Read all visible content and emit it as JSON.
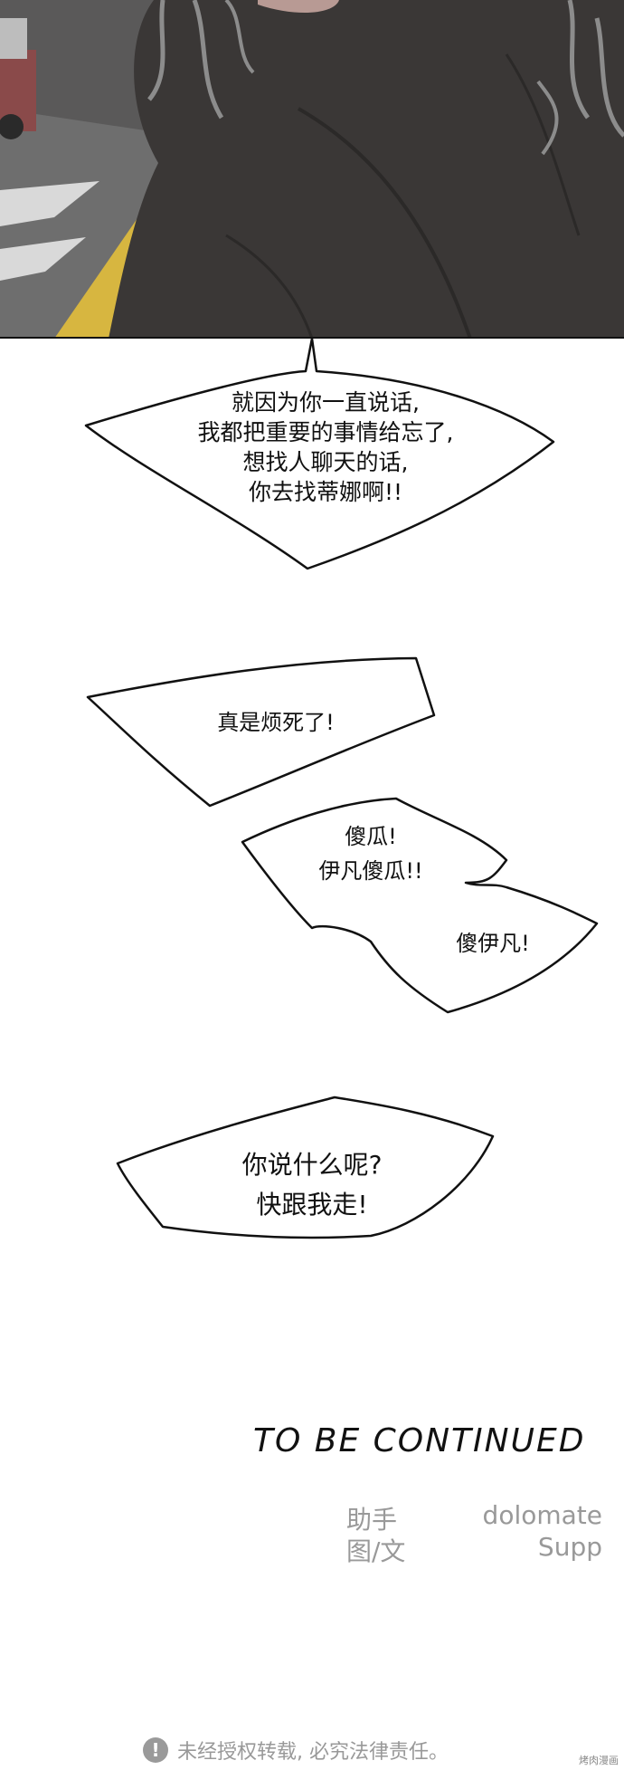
{
  "bubbles": [
    {
      "lines": [
        "就因为你一直说话,",
        "我都把重要的事情给忘了,",
        "想找人聊天的话,",
        "你去找蒂娜啊!!"
      ]
    },
    {
      "lines": [
        "真是烦死了!"
      ]
    },
    {
      "lines": [
        "傻瓜!",
        "伊凡傻瓜!!"
      ]
    },
    {
      "lines": [
        "傻伊凡!"
      ]
    },
    {
      "lines": [
        "你说什么呢?",
        "快跟我走!"
      ]
    }
  ],
  "ending": "TO BE CONTINUED",
  "credits": {
    "left": [
      "助手",
      "图/文"
    ],
    "right": [
      "dolomate",
      "Supp"
    ]
  },
  "footer": {
    "warning_icon": "exclamation-circle-icon",
    "notice": "未经授权转载, 必究法律责任。"
  },
  "watermark": "烤肉漫画",
  "colors": {
    "background": "#ffffff",
    "text": "#111111",
    "credit": "#999999",
    "panel_dark": "#3a3736",
    "tactile_paving": "#d7b640"
  }
}
